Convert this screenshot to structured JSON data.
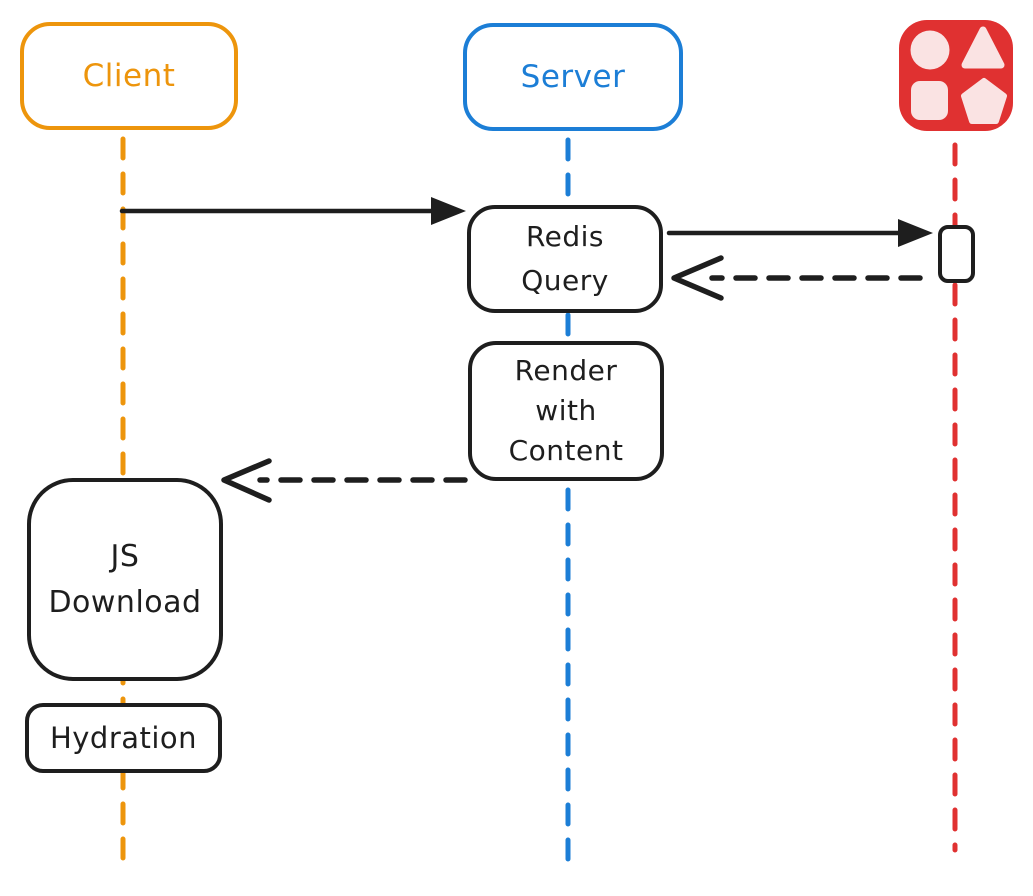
{
  "colors": {
    "client": "#ed950c",
    "server": "#1c7ed6",
    "redis": "#e03131",
    "stroke": "#1e1e1e",
    "redis_shape_fill": "#fae3e3",
    "background": "#ffffff"
  },
  "actors": {
    "client": {
      "label": "Client"
    },
    "server": {
      "label": "Server"
    },
    "redis": {
      "icon": "shapes-icon"
    }
  },
  "nodes": {
    "redis_query": {
      "lines": [
        "Redis",
        "Query"
      ]
    },
    "render_with_content": {
      "lines": [
        "Render",
        "with",
        "Content"
      ]
    },
    "js_download": {
      "lines": [
        "JS",
        "Download"
      ]
    },
    "hydration": {
      "label": "Hydration"
    }
  },
  "edges": [
    {
      "name": "client-request",
      "from": "client",
      "to": "redis-query",
      "style": "solid"
    },
    {
      "name": "server-to-redis-query",
      "from": "redis-query",
      "to": "redis",
      "style": "solid"
    },
    {
      "name": "redis-response",
      "from": "redis",
      "to": "redis-query",
      "style": "dashed"
    },
    {
      "name": "rendered-page-to-client",
      "from": "render-with-content",
      "to": "js-download",
      "style": "dashed"
    }
  ]
}
